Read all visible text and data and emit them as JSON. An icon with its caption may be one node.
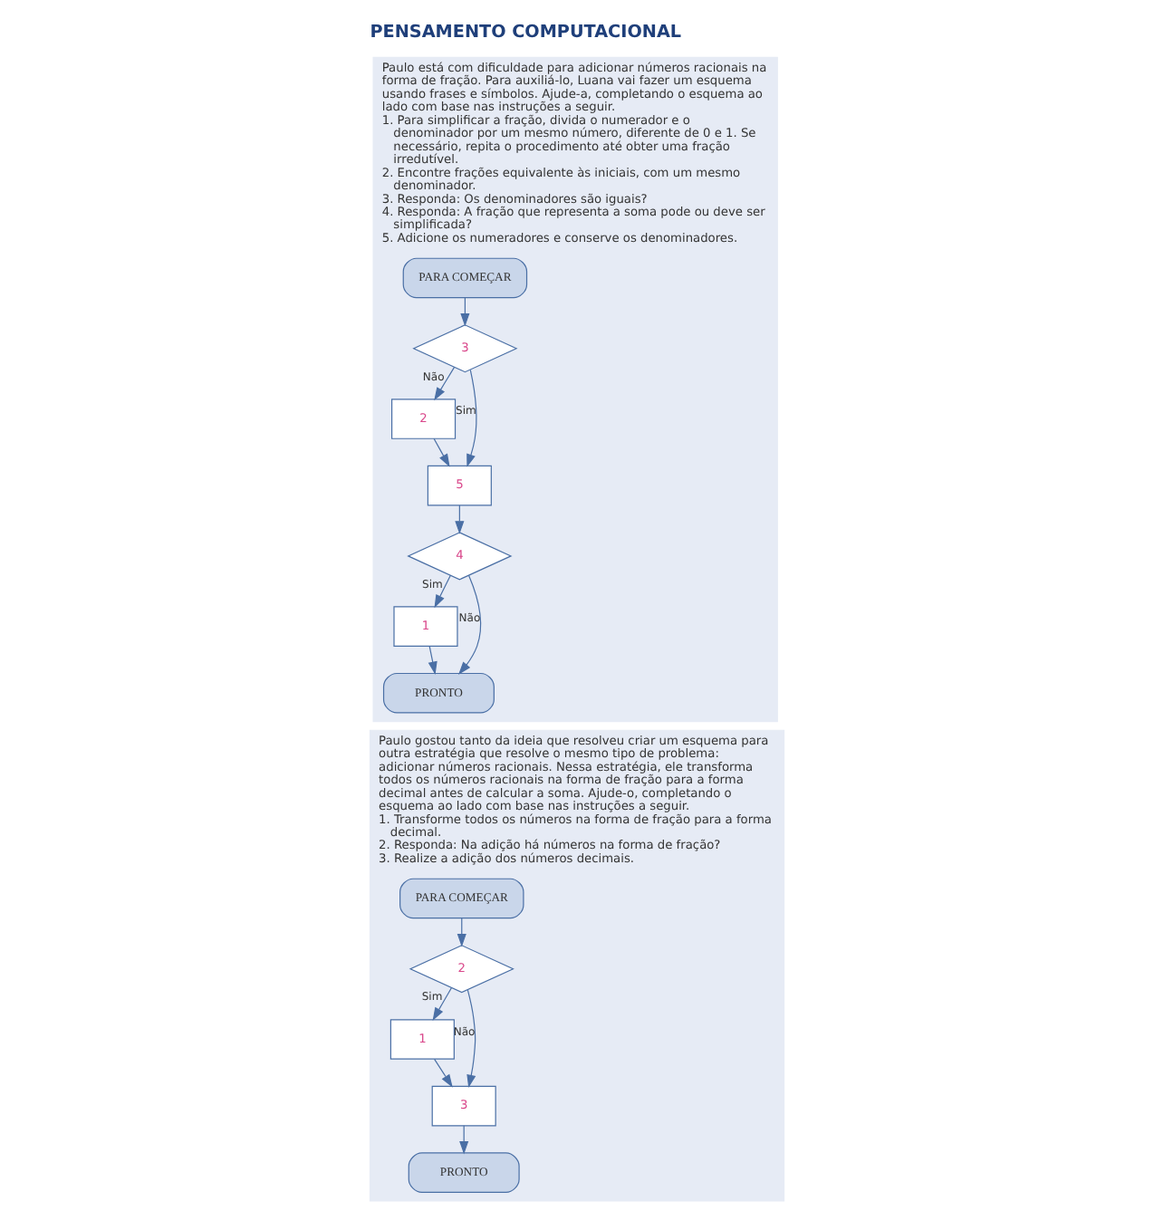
{
  "diagram": {
    "title": "PENSAMENTO COMPUTACIONAL",
    "nodes": [
      {
        "text": [
          "Paulo está com dificuldade para adicionar números racionais na forma de fração. Para auxiliá-lo, Luana vai fazer um esquema usando frases e símbolos. Ajude-a, completando o esquema ao lado com base nas instruções a seguir.",
          "1. Para simplificar a fração, divida o numerador e o denominador por um mesmo número, diferente de 0 e 1. Se necessário, repita o procedimento até obter uma fração irredutível.",
          "2. Encontre frações equivalente às iniciais, com um mesmo denominador.",
          "3. Responda: Os denominadores são iguais?",
          "4. Responda: A fração que representa a soma pode ou deve ser simplificada?",
          "5. Adicione os numeradores e conserve os denominadores."
        ]
      },
      {
        "text": [
          "PARA COMEÇAR"
        ],
        "in": 0
      },
      {
        "text": [
          "3"
        ],
        "in": 0
      },
      {
        "text": [
          "2"
        ],
        "in": 0
      },
      {
        "text": [
          "5"
        ],
        "in": 0
      },
      {
        "text": [
          "4"
        ],
        "in": 0
      },
      {
        "text": [
          "1"
        ],
        "in": 0
      },
      {
        "text": [
          "PRONTO"
        ],
        "in": 0
      },
      {
        "text": [
          "Paulo gostou tanto da ideia que resolveu criar um esquema para outra estratégia que resolve o mesmo tipo de problema: adicionar números racionais. Nessa estratégia, ele transforma todos os números racionais na forma de fração para a forma decimal antes de calcular a soma. Ajude-o, completando o esquema ao lado com base nas instruções a seguir.",
          "1. Transforme todos os números na forma de fração para a forma decimal.",
          "2. Responda: Na adição há números na forma de fração?",
          "3. Realize a adição dos números decimais."
        ]
      },
      {
        "text": [
          "PARA COMEÇAR"
        ],
        "in": 8
      },
      {
        "text": [
          "2"
        ],
        "in": 8
      },
      {
        "text": [
          "1"
        ],
        "in": 8
      },
      {
        "text": [
          "3"
        ],
        "in": 8
      },
      {
        "text": [
          "PRONTO"
        ],
        "in": 8
      }
    ],
    "edges": [
      {
        "from": 1,
        "to": 2,
        "arrow": "to"
      },
      {
        "from": 2,
        "to": 4,
        "arrow": "to",
        "label": "Sim"
      },
      {
        "from": 2,
        "to": 3,
        "arrow": "to",
        "label": "Não"
      },
      {
        "from": 3,
        "to": 4,
        "arrow": "to"
      },
      {
        "from": 4,
        "to": 5,
        "arrow": "to"
      },
      {
        "from": 5,
        "to": 6,
        "arrow": "to",
        "label": "Sim"
      },
      {
        "from": 5,
        "to": 7,
        "arrow": "to",
        "label": "Não"
      },
      {
        "from": 6,
        "to": 7,
        "arrow": "to"
      },
      {
        "from": 9,
        "to": 10,
        "arrow": "to"
      },
      {
        "from": 10,
        "to": 11,
        "arrow": "to",
        "label": "Sim"
      },
      {
        "from": 10,
        "to": 12,
        "arrow": "to",
        "label": "Não"
      },
      {
        "from": 11,
        "to": 12,
        "arrow": "to"
      },
      {
        "from": 12,
        "to": 13,
        "arrow": "to"
      }
    ]
  }
}
